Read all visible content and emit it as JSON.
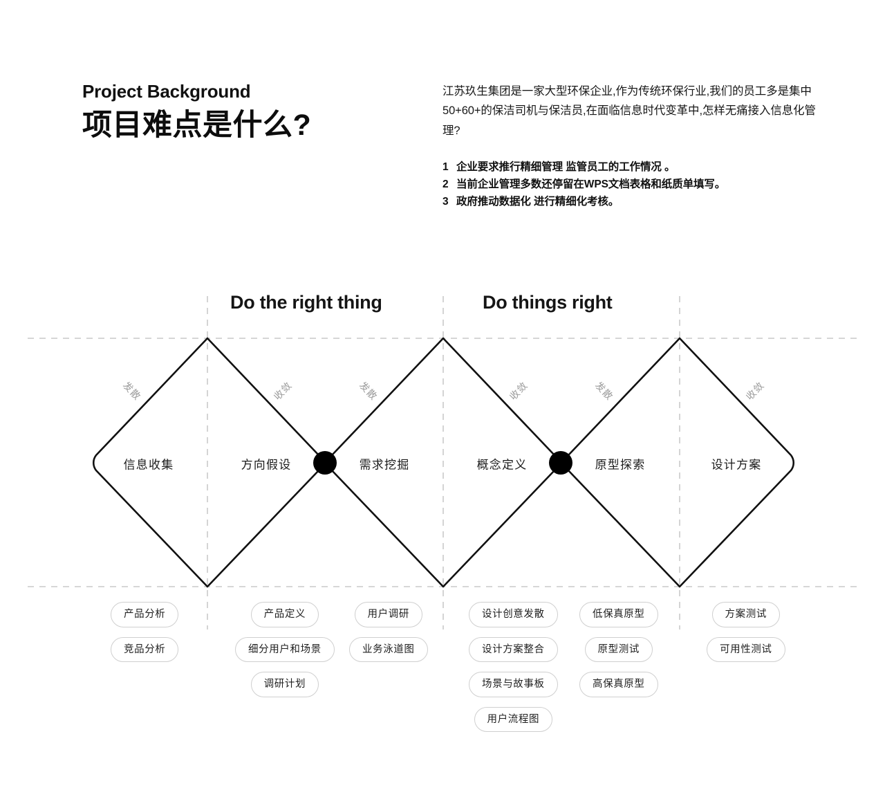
{
  "header": {
    "eyebrow": "Project Background",
    "title": "项目难点是什么?",
    "paragraph": "江苏玖生集团是一家大型环保企业,作为传统环保行业,我们的员工多是集中50+60+的保洁司机与保洁员,在面临信息时代变革中,怎样无痛接入信息化管理?",
    "points": [
      {
        "num": "1",
        "text": "企业要求推行精细管理  监管员工的工作情况 。"
      },
      {
        "num": "2",
        "text": "当前企业管理多数还停留在WPS文档表格和纸质单填写。"
      },
      {
        "num": "3",
        "text": " 政府推动数据化 进行精细化考核。"
      }
    ]
  },
  "diagram": {
    "phase_headings": [
      {
        "label": "Do the right thing"
      },
      {
        "label": "Do things right"
      }
    ],
    "stages": [
      {
        "label": "信息收集"
      },
      {
        "label": "方向假设"
      },
      {
        "label": "需求挖掘"
      },
      {
        "label": "概念定义"
      },
      {
        "label": "原型探索"
      },
      {
        "label": "设计方案"
      }
    ],
    "flow_labels": [
      {
        "label": "发散",
        "kind": "diverge"
      },
      {
        "label": "收敛",
        "kind": "converge"
      },
      {
        "label": "发散",
        "kind": "diverge"
      },
      {
        "label": "收敛",
        "kind": "converge"
      },
      {
        "label": "发散",
        "kind": "diverge"
      },
      {
        "label": "收敛",
        "kind": "converge"
      }
    ],
    "colors": {
      "stroke": "#111111",
      "node": "#000000",
      "guide": "#c9c9c9",
      "pill_border": "#cfcfcf"
    }
  },
  "deliverables": {
    "columns": [
      {
        "items": [
          {
            "label": "产品分析"
          },
          {
            "label": "竞品分析"
          }
        ]
      },
      {
        "items": [
          {
            "label": "产品定义"
          },
          {
            "label": "细分用户和场景"
          },
          {
            "label": "调研计划"
          }
        ]
      },
      {
        "items": [
          {
            "label": "用户调研"
          },
          {
            "label": "业务泳道图"
          }
        ]
      },
      {
        "items": [
          {
            "label": "设计创意发散"
          },
          {
            "label": "设计方案整合"
          },
          {
            "label": "场景与故事板"
          },
          {
            "label": "用户流程图"
          }
        ]
      },
      {
        "items": [
          {
            "label": "低保真原型"
          },
          {
            "label": "原型测试"
          },
          {
            "label": "高保真原型"
          }
        ]
      },
      {
        "items": [
          {
            "label": "方案测试"
          },
          {
            "label": "可用性测试"
          }
        ]
      }
    ]
  }
}
